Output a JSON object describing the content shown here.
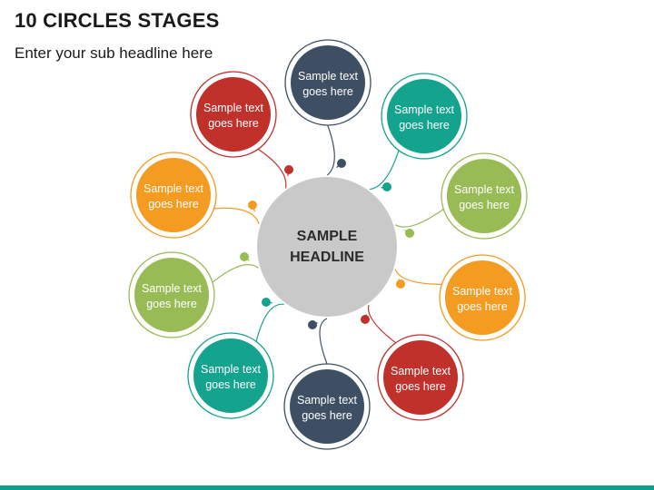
{
  "header": {
    "title": "10 CIRCLES STAGES",
    "subtitle": "Enter your sub headline here"
  },
  "hub": {
    "line1": "SAMPLE",
    "line2": "HEADLINE",
    "color": "#c9c9c9"
  },
  "colors": {
    "navy": "#3e4f63",
    "teal": "#14a38e",
    "green": "#98bb56",
    "orange": "#f49b22",
    "red": "#c0312c",
    "accent_bar": "#0f9d8c"
  },
  "stages": [
    {
      "line1": "Sample text",
      "line2": "goes here",
      "color": "#3e4f63"
    },
    {
      "line1": "Sample text",
      "line2": "goes here",
      "color": "#14a38e"
    },
    {
      "line1": "Sample text",
      "line2": "goes here",
      "color": "#98bb56"
    },
    {
      "line1": "Sample text",
      "line2": "goes here",
      "color": "#f49b22"
    },
    {
      "line1": "Sample text",
      "line2": "goes here",
      "color": "#c0312c"
    },
    {
      "line1": "Sample text",
      "line2": "goes here",
      "color": "#3e4f63"
    },
    {
      "line1": "Sample text",
      "line2": "goes here",
      "color": "#14a38e"
    },
    {
      "line1": "Sample text",
      "line2": "goes here",
      "color": "#98bb56"
    },
    {
      "line1": "Sample text",
      "line2": "goes here",
      "color": "#f49b22"
    },
    {
      "line1": "Sample text",
      "line2": "goes here",
      "color": "#c0312c"
    }
  ]
}
